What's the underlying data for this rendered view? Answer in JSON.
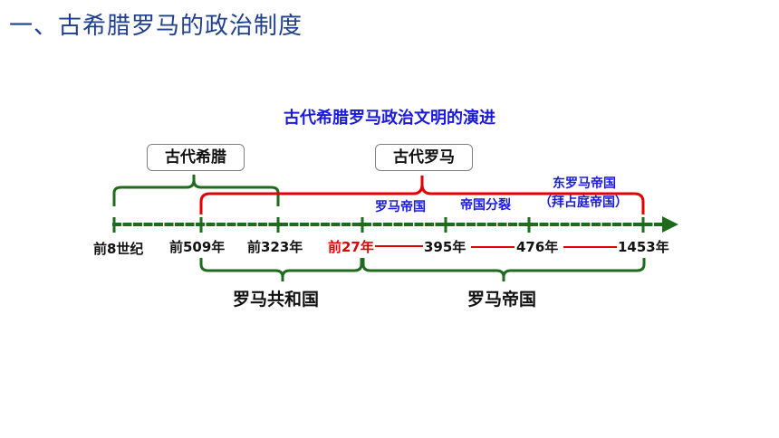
{
  "heading": "一、古希腊罗马的政治制度",
  "diagram": {
    "title": "古代希腊罗马政治文明的演进",
    "groups": {
      "greece": "古代希腊",
      "rome": "古代罗马"
    },
    "events": {
      "roman_empire": "罗马帝国",
      "split": "帝国分裂",
      "eastern_line1": "东罗马帝国",
      "eastern_line2": "（拜占庭帝国）"
    },
    "ticks": [
      "前8世纪",
      "前509年",
      "前323年",
      "前27年",
      "395年",
      "476年",
      "1453年"
    ],
    "periods": {
      "republic": "罗马共和国",
      "empire": "罗马帝国"
    },
    "colors": {
      "heading": "#1f3e8c",
      "title_blue": "#1a1adc",
      "green": "#1e6b1e",
      "red": "#e00000"
    }
  }
}
